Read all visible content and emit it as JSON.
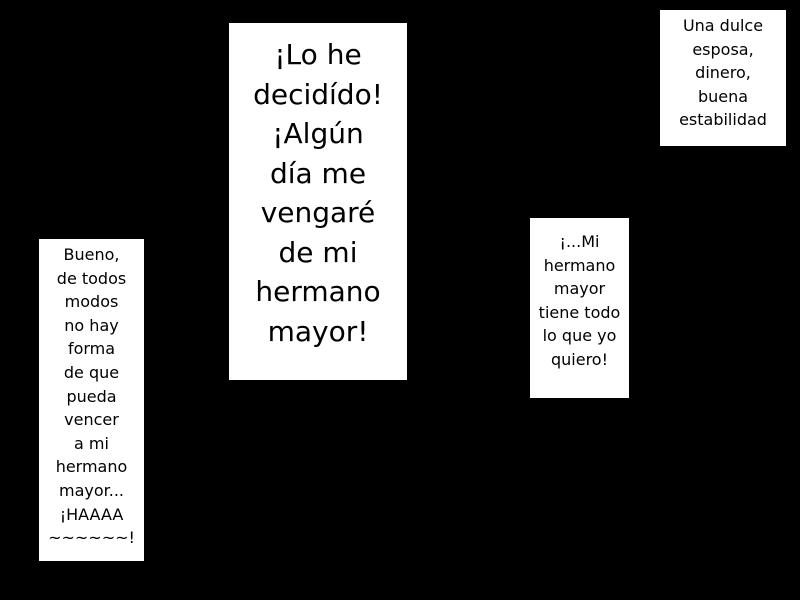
{
  "bubbles": [
    {
      "lines": [
        "Bueno,",
        "de todos",
        "modos",
        "no hay",
        "forma",
        "de que",
        "pueda",
        "vencer",
        "a mi",
        "hermano",
        "mayor...",
        "¡HAAAA",
        "~~~~~~!"
      ]
    },
    {
      "lines": [
        "¡Lo he",
        "decidído!",
        "¡Algún",
        "día me",
        "vengaré",
        "de mi",
        "hermano",
        "mayor!"
      ]
    },
    {
      "lines": [
        "¡...Mi",
        "hermano",
        "mayor",
        "tiene todo",
        "lo que yo",
        "quiero!"
      ]
    },
    {
      "lines": [
        "Una dulce",
        "esposa,",
        "dinero,",
        "buena",
        "estabilidad"
      ]
    }
  ],
  "colors": {
    "background": "#000000",
    "box": "#ffffff",
    "text": "#000000"
  }
}
